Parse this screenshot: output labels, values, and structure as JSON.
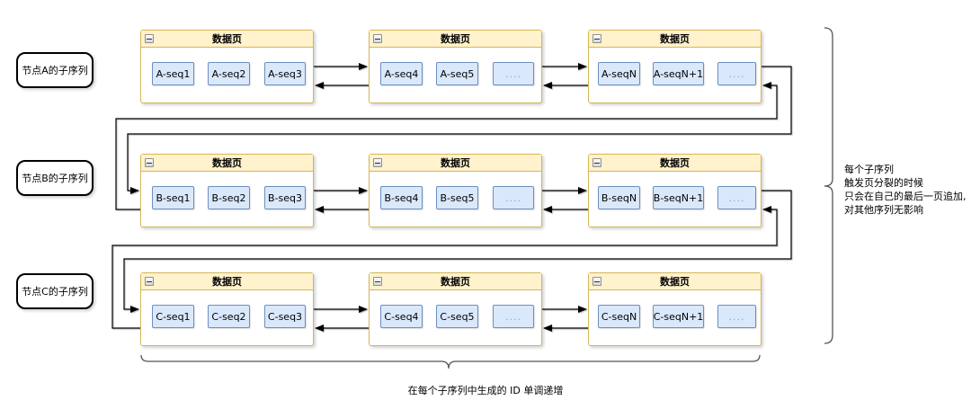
{
  "page_header": "数据页",
  "rows": [
    {
      "label": "节点A的子序列",
      "pages": [
        [
          "A-seq1",
          "A-seq2",
          "A-seq3"
        ],
        [
          "A-seq4",
          "A-seq5",
          "...."
        ],
        [
          "A-seqN",
          "A-seqN+1",
          "...."
        ]
      ]
    },
    {
      "label": "节点B的子序列",
      "pages": [
        [
          "B-seq1",
          "B-seq2",
          "B-seq3"
        ],
        [
          "B-seq4",
          "B-seq5",
          "...."
        ],
        [
          "B-seqN",
          "B-seqN+1",
          "...."
        ]
      ]
    },
    {
      "label": "节点C的子序列",
      "pages": [
        [
          "C-seq1",
          "C-seq2",
          "C-seq3"
        ],
        [
          "C-seq4",
          "C-seq5",
          "...."
        ],
        [
          "C-seqN",
          "C-seqN+1",
          "...."
        ]
      ]
    }
  ],
  "right_note": {
    "lines": [
      "每个子序列",
      "触发页分裂的时候",
      "只会在自己的最后一页追加,",
      "对其他序列无影响"
    ]
  },
  "bottom_note": "在每个子序列中生成的 ID 单调递增",
  "colors": {
    "page_fill": "#FFF2CC",
    "page_border": "#D6B656",
    "cell_fill": "#DAE8FC",
    "cell_border": "#6C8EBF",
    "connector": "#000000"
  }
}
